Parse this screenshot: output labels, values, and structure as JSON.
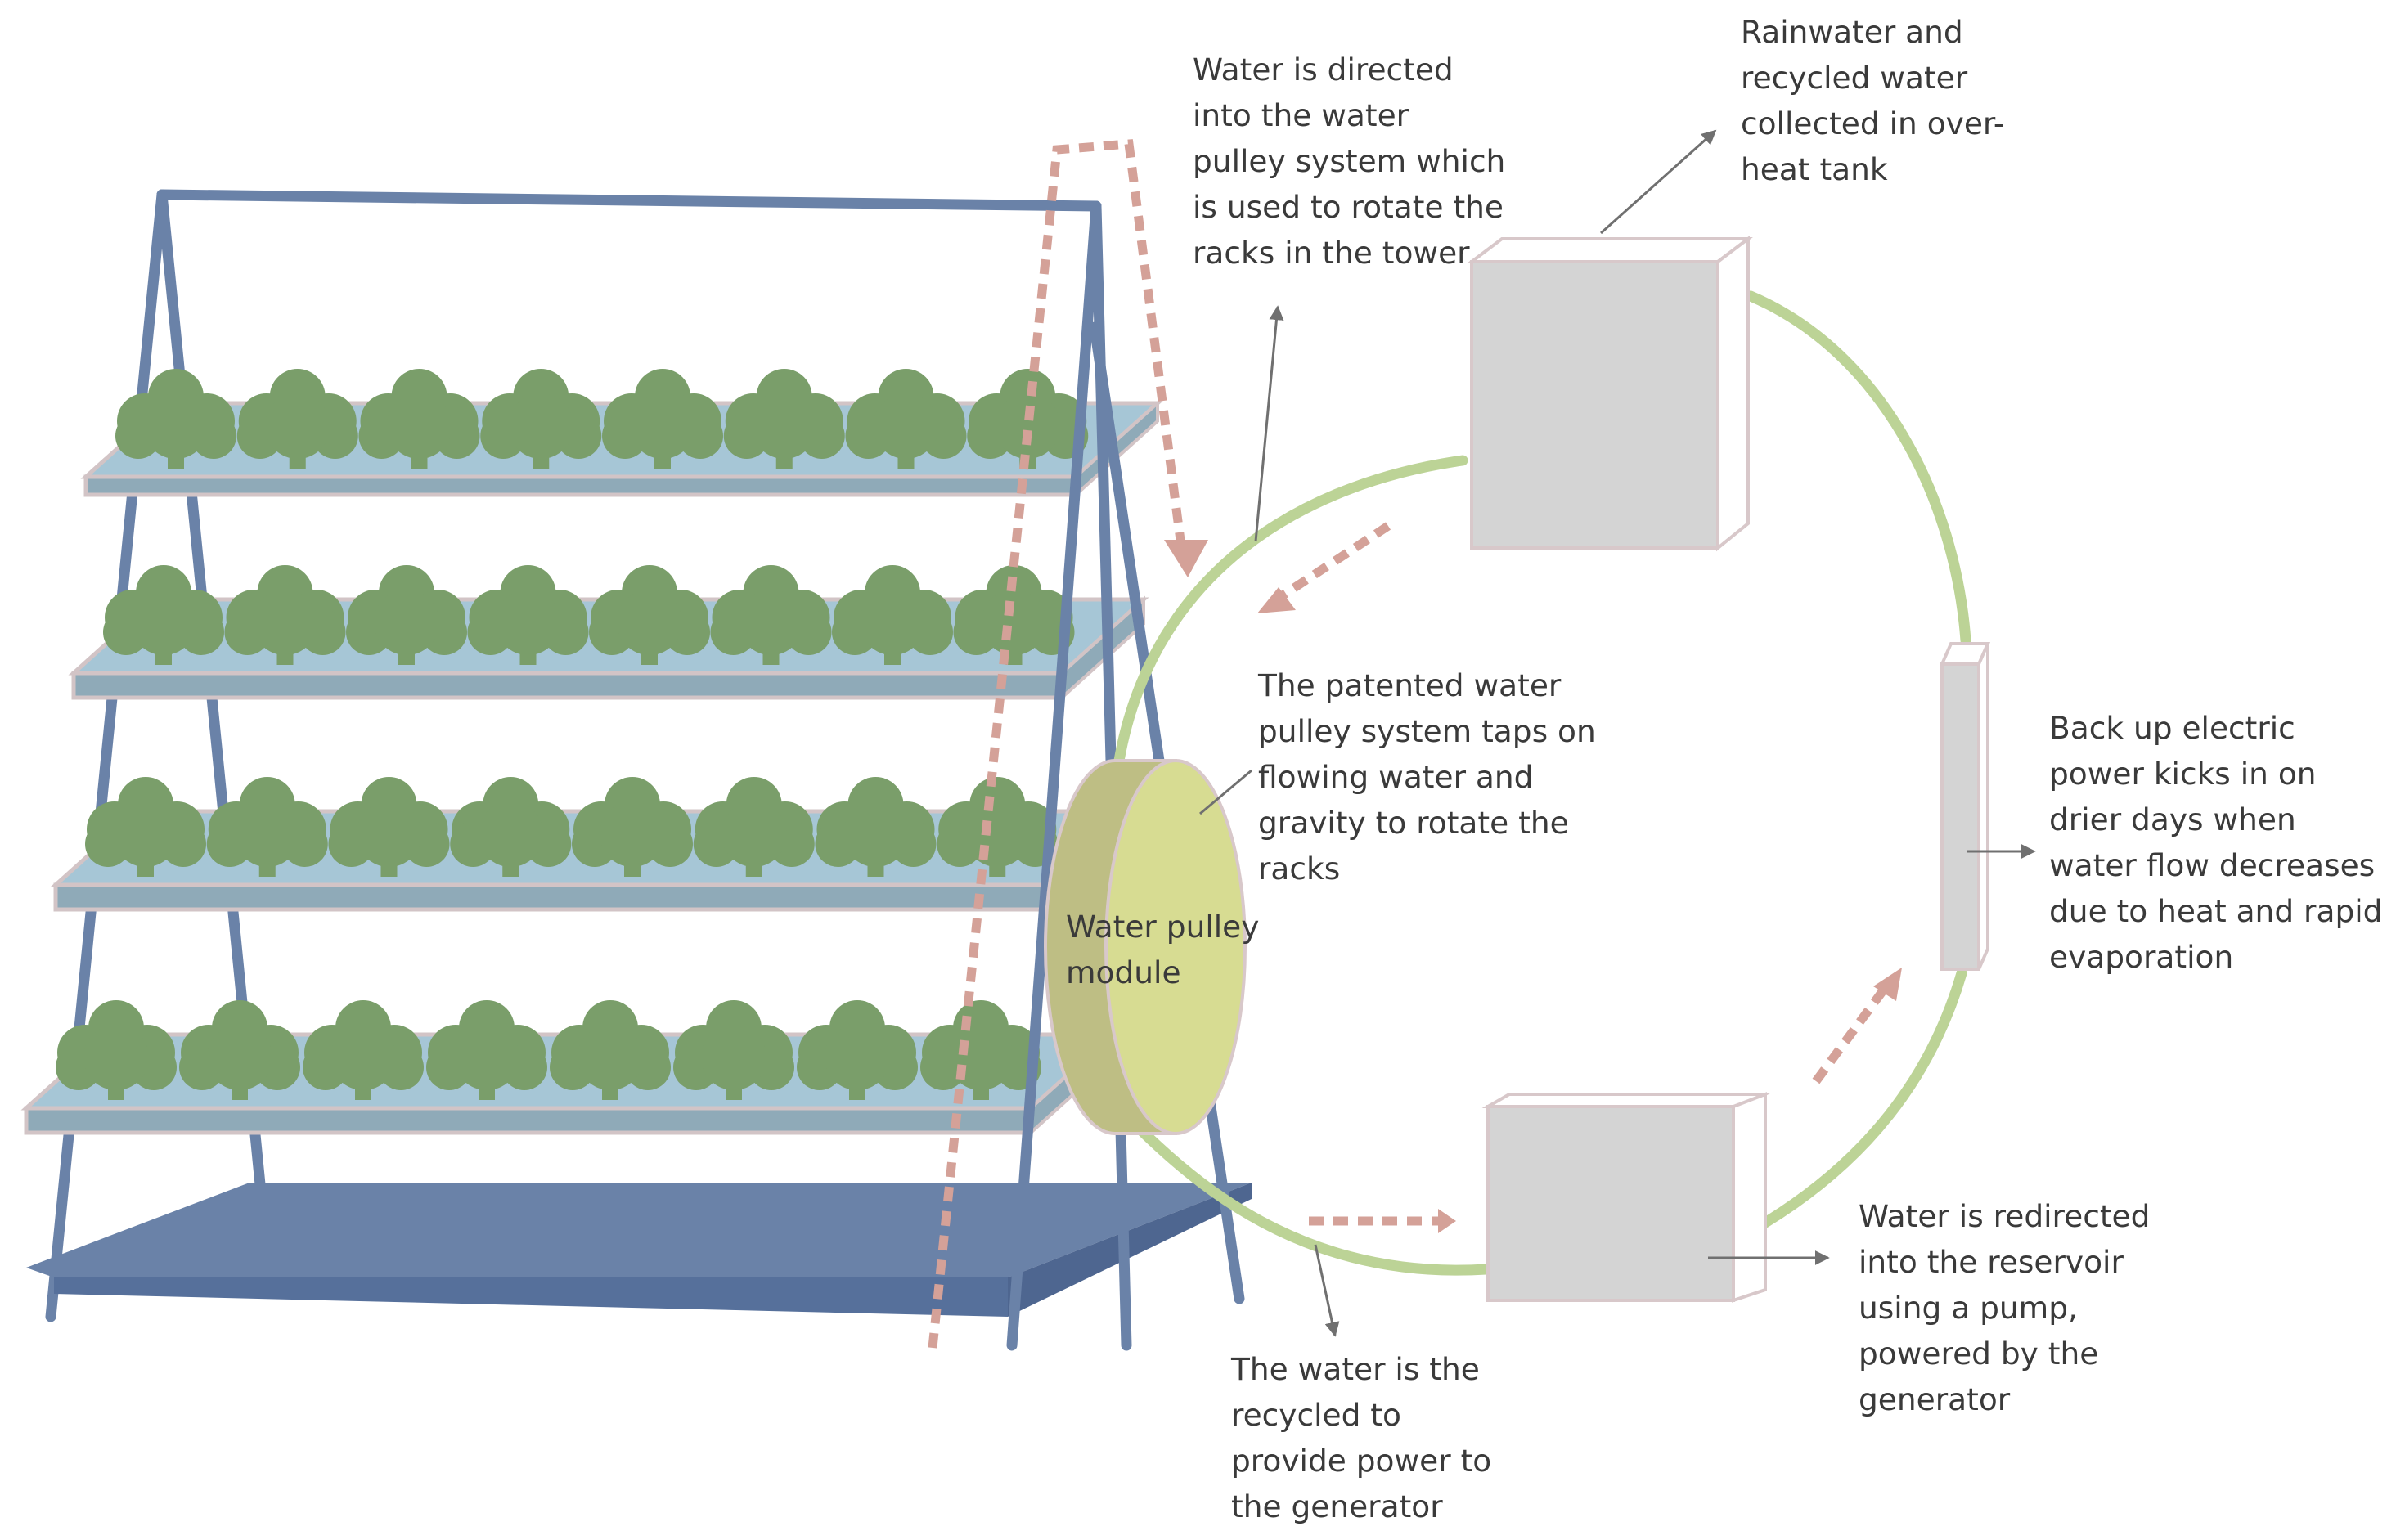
{
  "annotations": {
    "tank_note": [
      "Rainwater and",
      "recycled water",
      "collected in over-",
      "heat tank"
    ],
    "directed_note": [
      "Water is directed",
      "into the water",
      "pulley system which",
      "is used to rotate the",
      "racks in the tower"
    ],
    "pulley_note": [
      "The patented water",
      "pulley system taps on",
      "flowing water and",
      "gravity to rotate the",
      "racks"
    ],
    "module_label": [
      "Water pulley",
      "module"
    ],
    "backup_note": [
      "Back up electric",
      "power kicks in on",
      "drier days when",
      "water flow decreases",
      "due to heat and rapid",
      "evaporation"
    ],
    "reservoir_note": [
      "Water is redirected",
      "into the reservoir",
      "using a pump,",
      "powered by the",
      "generator"
    ],
    "recycled_note": [
      "The water is the",
      "recycled to",
      "provide power to",
      "the generator"
    ]
  },
  "colors": {
    "frame": "#6A82A8",
    "frame_dark": "#4E6690",
    "tray_top": "#A6C6D6",
    "tray_edge": "#D2C4C6",
    "plant": "#7A9E6A",
    "flow_arrow": "#D4A198",
    "loop_pipe": "#BCD396",
    "box_face": "#D4D4D4",
    "box_edge": "#D8C8CA",
    "pulley_side": "#BEBE84",
    "pulley_face": "#D7DC92",
    "pointer": "#707070",
    "text": "#3a3a3a"
  }
}
